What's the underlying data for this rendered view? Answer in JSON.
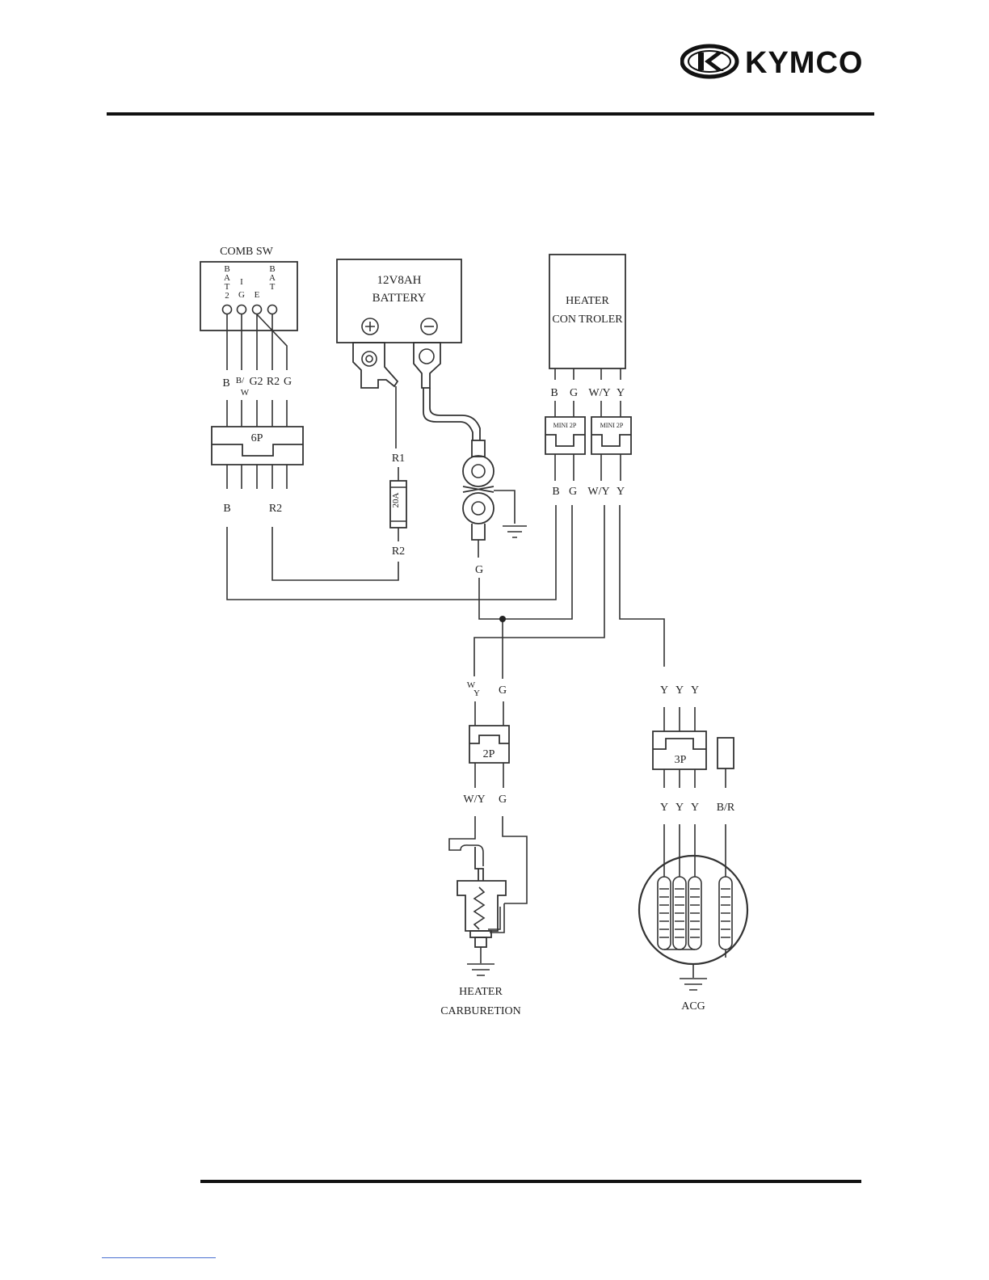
{
  "header": {
    "brand": "KYMCO",
    "brand_color": "#111111",
    "logo_icon": "kymco-k-logo-icon"
  },
  "diagram": {
    "comb_sw": {
      "title": "COMB SW",
      "pin_bat2": [
        "B",
        "A",
        "T",
        "2"
      ],
      "pin_ig": [
        "I",
        "G"
      ],
      "pin_e": "E",
      "pin_bat": [
        "B",
        "A",
        "T"
      ],
      "wires": [
        "B",
        "B/W",
        "G2",
        "R2",
        "G"
      ],
      "wire_bw_top": "B/",
      "wire_bw_bottom": "W"
    },
    "connector_6p": {
      "label": "6P",
      "out_wires": [
        "B",
        "R2"
      ]
    },
    "battery": {
      "title_line1": "12V8AH",
      "title_line2": "BATTERY",
      "plus": "+",
      "minus": "−"
    },
    "fuse": {
      "wire_in": "R1",
      "rating": "20A",
      "wire_out": "R2"
    },
    "ground_wire": "G",
    "heater_controller": {
      "title_line1": "HEATER",
      "title_line2": "CON TROLER",
      "wires": [
        "B",
        "G",
        "W/Y",
        "Y"
      ],
      "connector_left": "MINI 2P",
      "connector_right": "MINI 2P",
      "out_wires": [
        "B",
        "G",
        "W/Y",
        "Y"
      ]
    },
    "carb_heater": {
      "in_wire_w": "W",
      "in_wire_y": "Y",
      "in_wire_g": "G",
      "connector": "2P",
      "out_wires": [
        "W/Y",
        "G"
      ],
      "title_line1": "HEATER",
      "title_line2": "CARBURETION"
    },
    "acg": {
      "in_wires": [
        "Y",
        "Y",
        "Y"
      ],
      "connector": "3P",
      "out_wires": [
        "Y",
        "Y",
        "Y",
        "B/R"
      ],
      "title": "ACG"
    }
  }
}
